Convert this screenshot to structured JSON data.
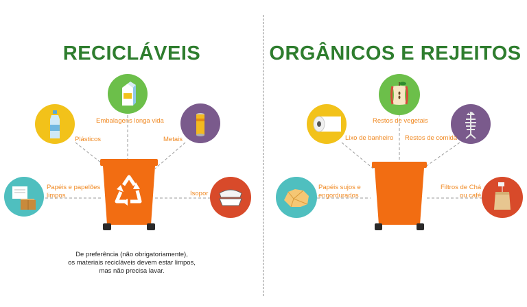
{
  "left": {
    "title": "RECICLÁVEIS",
    "items": {
      "plasticos": "Plásticos",
      "embalagens": "Embalagens longa vida",
      "metais": "Metais",
      "papeis_line1": "Papéis e papelões",
      "papeis_line2": "limpos",
      "isopor": "Isopor"
    },
    "note": {
      "line1": "De preferência (não obrigatoriamente),",
      "line2": "os materiais recicláveis devem estar limpos,",
      "line3": "mas não precisa lavar."
    }
  },
  "right": {
    "title": "ORGÂNICOS E REJEITOS",
    "items": {
      "lixo_banheiro": "Lixo de banheiro",
      "restos_vegetais": "Restos de vegetais",
      "restos_comida": "Restos de comida",
      "papeis_sujos_line1": "Papéis sujos e",
      "papeis_sujos_line2": "engordurados",
      "filtros_line1": "Filtros de Chá",
      "filtros_line2": "ou café"
    }
  },
  "colors": {
    "title_green": "#2e7d2e",
    "label_orange": "#f08a24",
    "bin_orange": "#f26d12",
    "circle_green": "#6cbf4a",
    "circle_yellow": "#f2c21a",
    "circle_purple": "#7a5a8c",
    "circle_teal": "#4fbfbf",
    "circle_red": "#d84a2a"
  },
  "icons": {
    "milk_carton": "milk-carton-icon",
    "bottle": "plastic-bottle-icon",
    "can": "metal-can-icon",
    "box": "cardboard-box-icon",
    "foam": "foam-container-icon",
    "recycle": "recycle-icon",
    "toilet_paper": "toilet-paper-icon",
    "apple": "apple-core-icon",
    "fishbone": "fish-bone-icon",
    "crumpled_paper": "crumpled-paper-icon",
    "tea_bag": "tea-bag-icon"
  }
}
